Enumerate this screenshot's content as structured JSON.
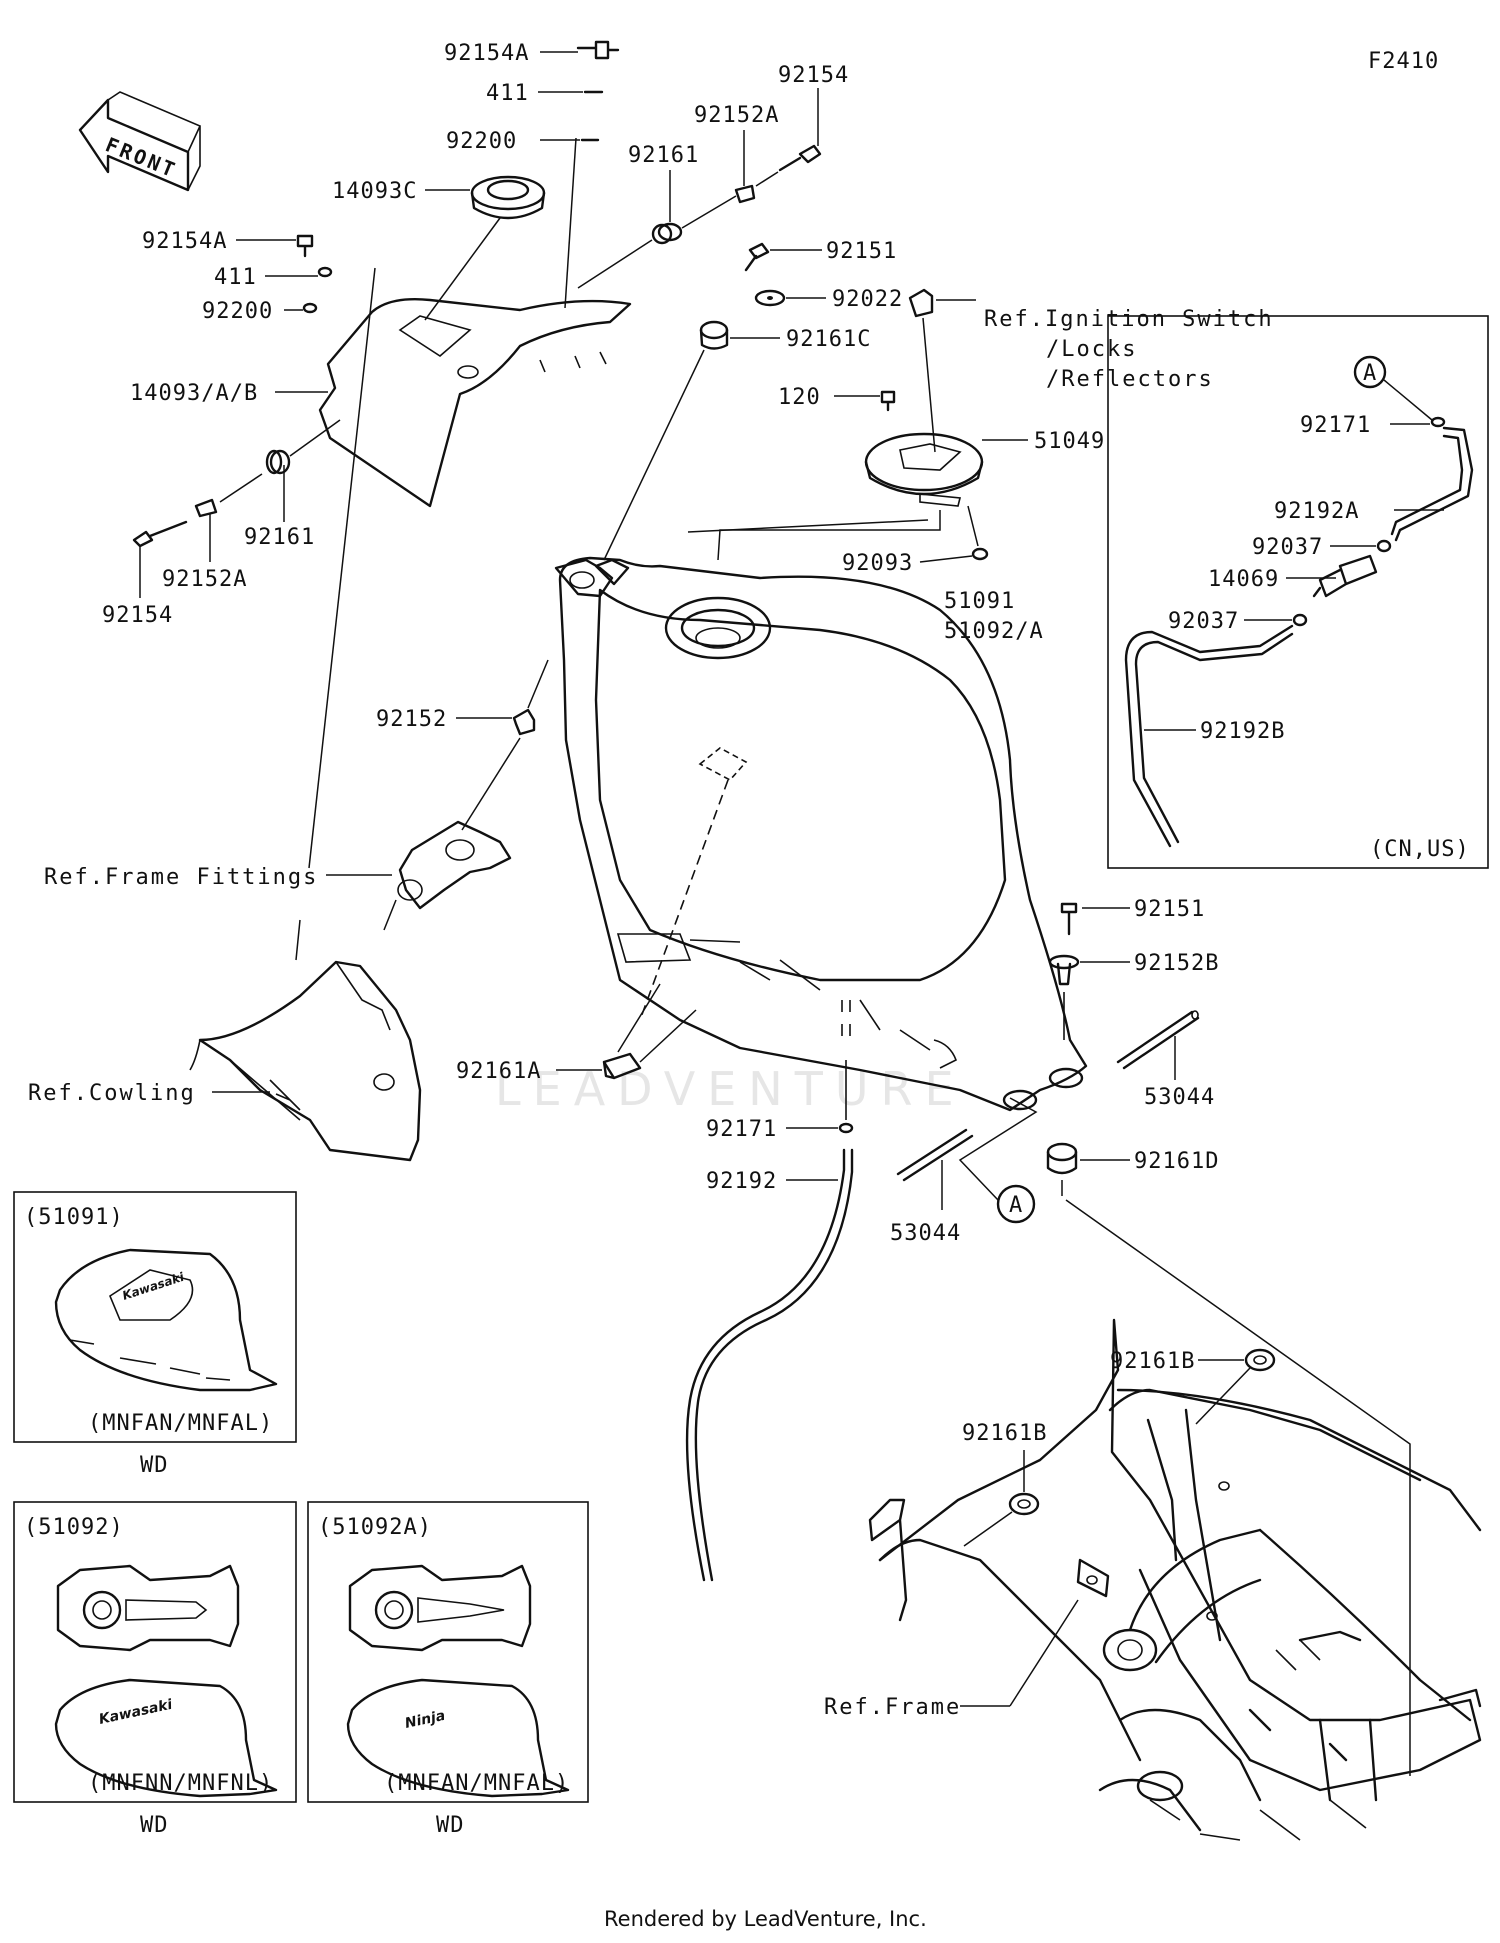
{
  "figure_code": "F2410",
  "front_label": "FRONT",
  "footer": "Rendered by LeadVenture, Inc.",
  "watermark": "LEADVENTURE",
  "callouts": {
    "c_92154A_top": "92154A",
    "c_411_top": "411",
    "c_92200_top": "92200",
    "c_14093C": "14093C",
    "c_92154_top": "92154",
    "c_92152A_top": "92152A",
    "c_92161_top": "92161",
    "c_92154A_left": "92154A",
    "c_411_left": "411",
    "c_92200_left": "92200",
    "c_14093AB": "14093/A/B",
    "c_92161_mid": "92161",
    "c_92152A_mid": "92152A",
    "c_92154_bot": "92154",
    "c_92151_top": "92151",
    "c_92022": "92022",
    "c_92161C": "92161C",
    "c_120": "120",
    "c_51049": "51049",
    "c_92093": "92093",
    "c_51091": "51091",
    "c_51092A": "51092/A",
    "c_92152": "92152",
    "c_92161A": "92161A",
    "c_92151_right": "92151",
    "c_92152B": "92152B",
    "c_53044_right": "53044",
    "c_92161D": "92161D",
    "c_92171_bot": "92171",
    "c_92192": "92192",
    "c_53044_bot": "53044",
    "c_A_bot": "A",
    "c_92161B_top": "92161B",
    "c_92161B_mid": "92161B",
    "c_A_inset": "A",
    "c_92171_inset": "92171",
    "c_92192A": "92192A",
    "c_92037_a": "92037",
    "c_14069": "14069",
    "c_92037_b": "92037",
    "c_92192B": "92192B",
    "c_cnus": "(CN,US)"
  },
  "references": {
    "ignition_1": "Ref.Ignition Switch",
    "ignition_2": "/Locks",
    "ignition_3": "/Reflectors",
    "frame_fittings": "Ref.Frame Fittings",
    "cowling": "Ref.Cowling",
    "frame": "Ref.Frame"
  },
  "variants": [
    {
      "part": "(51091)",
      "models": "(MNFAN/MNFAL)",
      "note": "WD"
    },
    {
      "part": "(51092)",
      "models": "(MNFNN/MNFNL)",
      "note": "WD"
    },
    {
      "part": "(51092A)",
      "models": "(MNFAN/MNFAL)",
      "note": "WD"
    }
  ],
  "colors": {
    "ink": "#111111",
    "background": "#ffffff",
    "watermark": "#e6e6e6"
  }
}
